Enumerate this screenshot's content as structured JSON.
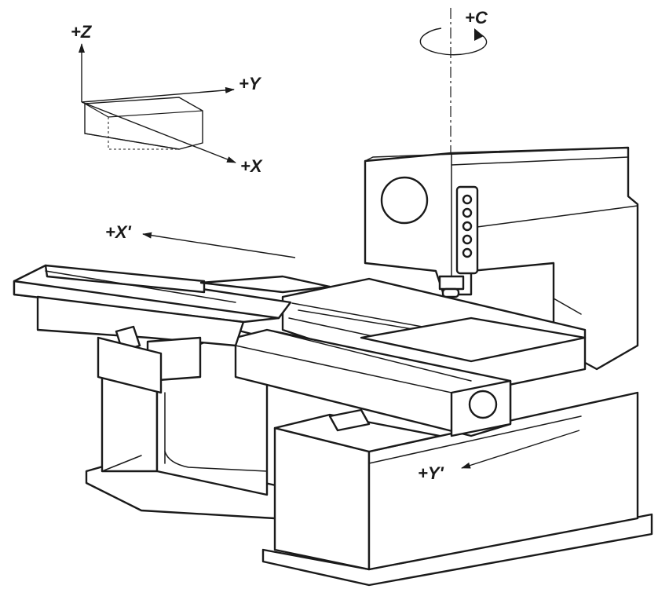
{
  "axes": {
    "z": "+Z",
    "y": "+Y",
    "x": "+X",
    "c": "+C",
    "x_prime": "+X'",
    "y_prime": "+Y'"
  }
}
